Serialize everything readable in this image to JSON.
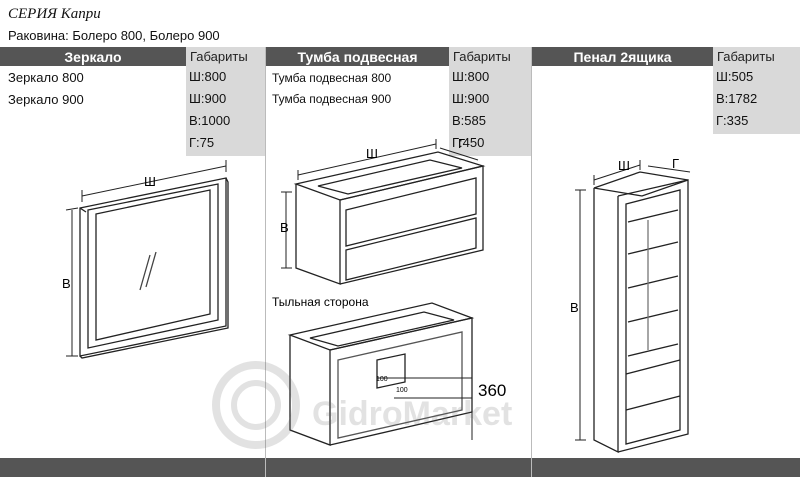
{
  "series": "СЕРИЯ Капри",
  "sink": "Раковина: Болеро 800, Болеро 900",
  "sections": {
    "mirror": {
      "title": "Зеркало",
      "dims_header": "Габариты",
      "items": [
        "Зеркало 800",
        "Зеркало 900"
      ],
      "dims": [
        "Ш:800",
        "Ш:900",
        "В:1000",
        "Г:75"
      ],
      "labels": {
        "w": "Ш",
        "h": "В"
      }
    },
    "cabinet": {
      "title": "Тумба подвесная",
      "dims_header": "Габариты",
      "items": [
        "Тумба подвесная 800",
        "Тумба подвесная 900"
      ],
      "dims": [
        "Ш:800",
        "Ш:900",
        "В:585",
        "Г:450"
      ],
      "labels": {
        "w": "Ш",
        "h": "В",
        "d": "Г"
      },
      "back_label": "Тыльная сторона",
      "back_dims": {
        "a": "100",
        "b": "100",
        "c": "360"
      }
    },
    "penal": {
      "title": "Пенал 2ящика",
      "dims_header": "Габариты",
      "dims": [
        "Ш:505",
        "В:1782",
        "Г:335"
      ],
      "labels": {
        "w": "Ш",
        "h": "В",
        "d": "Г"
      }
    }
  },
  "watermark": "GidroMarket",
  "colors": {
    "header": "#555555",
    "subheader": "#d9d9d9"
  }
}
